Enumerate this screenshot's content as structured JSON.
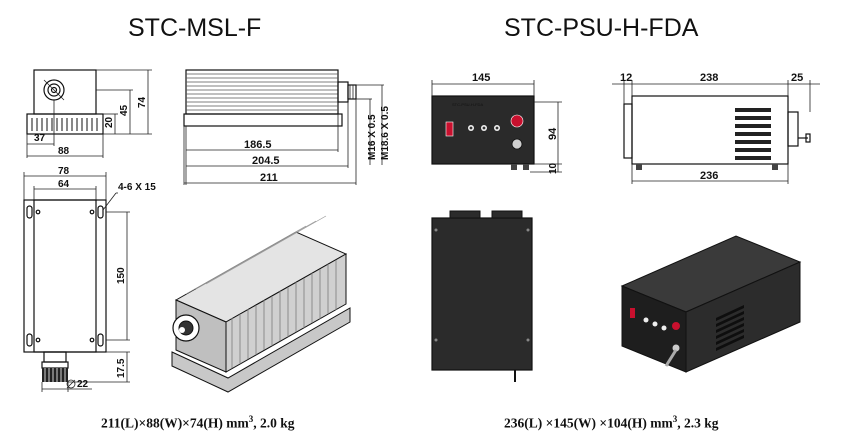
{
  "titles": {
    "left": "STC-MSL-F",
    "right": "STC-PSU-H-FDA"
  },
  "captions": {
    "left": {
      "dims": "211(L)×88(W)×74(H) mm",
      "sup": "3",
      "weight": ", 2.0 kg"
    },
    "right": {
      "dims": "236(L) ×145(W) ×104(H) mm",
      "sup": "3",
      "weight": ", 2.3 kg"
    }
  },
  "laser_dims": {
    "front_20": "20",
    "front_45": "45",
    "front_74": "74",
    "front_37": "37",
    "front_88": "88",
    "side_186_5": "186.5",
    "side_204_5": "204.5",
    "side_211": "211",
    "thread_1": "M16 X 0.5",
    "thread_2": "M18.6 X 0.5",
    "top_78": "78",
    "top_64": "64",
    "holes": "4-6 X 15",
    "top_150": "150",
    "top_17_5": "17.5",
    "connector_dia": "22"
  },
  "psu_dims": {
    "front_145": "145",
    "front_94": "94",
    "front_10": "10",
    "side_12": "12",
    "side_238": "238",
    "side_25": "25",
    "side_236": "236",
    "panel_label": "STC-PSU-H-FDA"
  }
}
